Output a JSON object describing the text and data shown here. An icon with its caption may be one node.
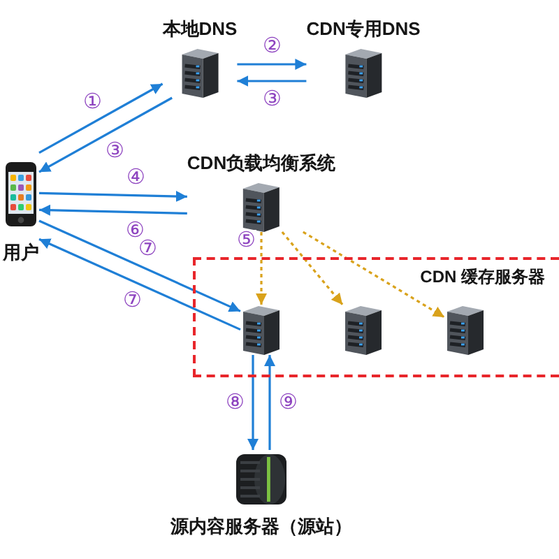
{
  "diagram": {
    "nodes": [
      {
        "text": [
          "本地DNS"
        ]
      },
      {
        "text": [
          "CDN专用DNS"
        ]
      },
      {
        "text": [
          "用户"
        ]
      },
      {
        "text": [
          "CDN负载均衡系统"
        ]
      },
      {
        "text": [
          "CDN 缓存服务器"
        ]
      },
      {
        "text": [],
        "shape": "picture",
        "in": 4
      },
      {
        "text": [],
        "shape": "picture",
        "in": 4
      },
      {
        "text": [],
        "shape": "picture",
        "in": 4
      },
      {
        "text": [
          "源内容服务器（源站）"
        ]
      }
    ],
    "edges": [
      {
        "from": 2,
        "to": 0,
        "arrow": "to",
        "label": "①"
      },
      {
        "from": 0,
        "to": 2,
        "arrow": "to",
        "label": "③"
      },
      {
        "from": 0,
        "to": 1,
        "arrow": "to",
        "label": "②"
      },
      {
        "from": 1,
        "to": 0,
        "arrow": "to",
        "label": "③"
      },
      {
        "from": 2,
        "to": 3,
        "arrow": "to",
        "label": "④"
      },
      {
        "from": 3,
        "to": 2,
        "arrow": "to",
        "label": "⑥"
      },
      {
        "from": 3,
        "to": 5,
        "arrow": "to",
        "label": "⑤",
        "style": "dashed",
        "color": "#d9a21b"
      },
      {
        "from": 3,
        "to": 6,
        "arrow": "to",
        "style": "dashed",
        "color": "#d9a21b"
      },
      {
        "from": 3,
        "to": 7,
        "arrow": "to",
        "style": "dashed",
        "color": "#d9a21b"
      },
      {
        "from": 2,
        "to": 5,
        "arrow": "to",
        "label": "⑦"
      },
      {
        "from": 5,
        "to": 2,
        "arrow": "to",
        "label": "⑦"
      },
      {
        "from": 5,
        "to": 8,
        "arrow": "to",
        "label": "⑧"
      },
      {
        "from": 8,
        "to": 5,
        "arrow": "to",
        "label": "⑨"
      }
    ]
  }
}
